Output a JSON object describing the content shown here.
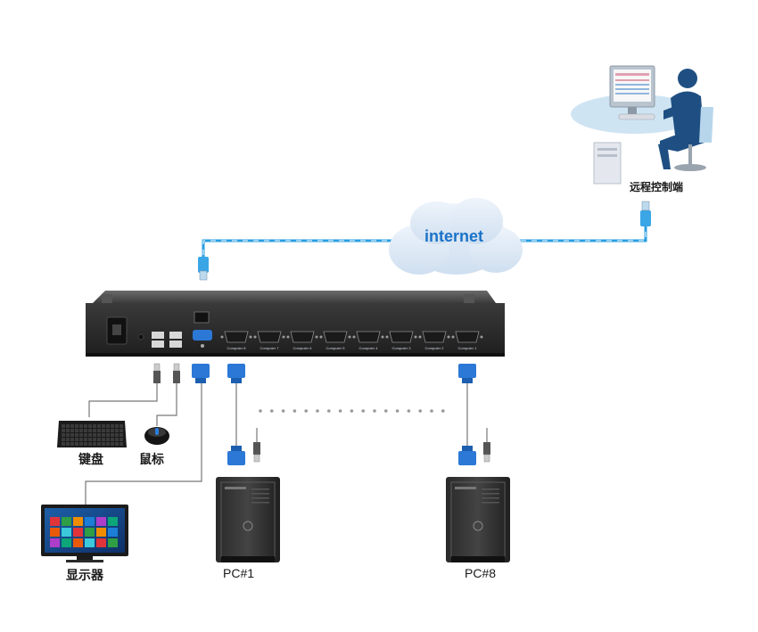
{
  "labels": {
    "internet": "internet",
    "remote_terminal": "远程控制端",
    "keyboard": "键盘",
    "mouse": "鼠标",
    "monitor": "显示器",
    "pc1": "PC#1",
    "pc8": "PC#8"
  },
  "kvm_ports": [
    "Computer 8",
    "Computer 7",
    "Computer 6",
    "Computer 5",
    "Computer 4",
    "Computer 3",
    "Computer 2",
    "Computer 1"
  ],
  "icons": [
    "cloud-icon",
    "person-at-desk-icon",
    "kvm-switch-icon",
    "rj45-connector-icon",
    "vga-connector-icon",
    "usb-connector-icon",
    "keyboard-icon",
    "mouse-icon",
    "monitor-icon",
    "tower-pc-icon"
  ],
  "colors": {
    "cable_blue": "#2a9fe0",
    "cloud": "#dde8f4",
    "internet_text": "#1a73c8",
    "person": "#1f4f82",
    "kvm_body": "#2b2b2b",
    "connector_blue": "#2c78d6"
  }
}
